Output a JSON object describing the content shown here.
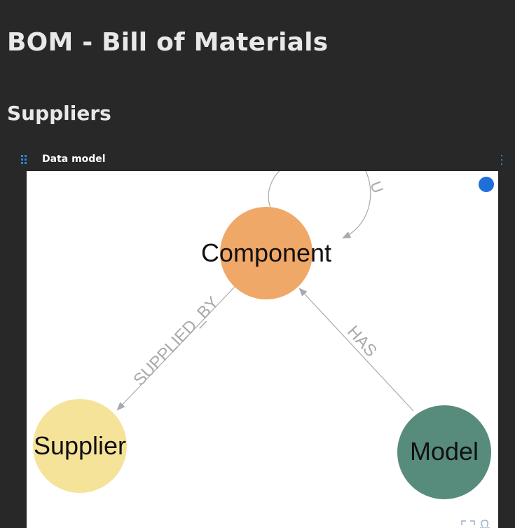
{
  "page": {
    "title": "BOM - Bill of Materials",
    "section_title": "Suppliers"
  },
  "panel": {
    "title": "Data model",
    "nodes": [
      {
        "label": "Component",
        "color": "#f0a868"
      },
      {
        "label": "Supplier",
        "color": "#f6e39a"
      },
      {
        "label": "Model",
        "color": "#578c7c"
      }
    ],
    "edges": [
      {
        "label": "SUPPLIED_BY",
        "from": "Component",
        "to": "Supplier"
      },
      {
        "label": "HAS",
        "from": "Model",
        "to": "Component"
      }
    ]
  },
  "colors": {
    "background": "#282828",
    "accent": "#1e6fd9",
    "edge": "#a9a9a9"
  }
}
